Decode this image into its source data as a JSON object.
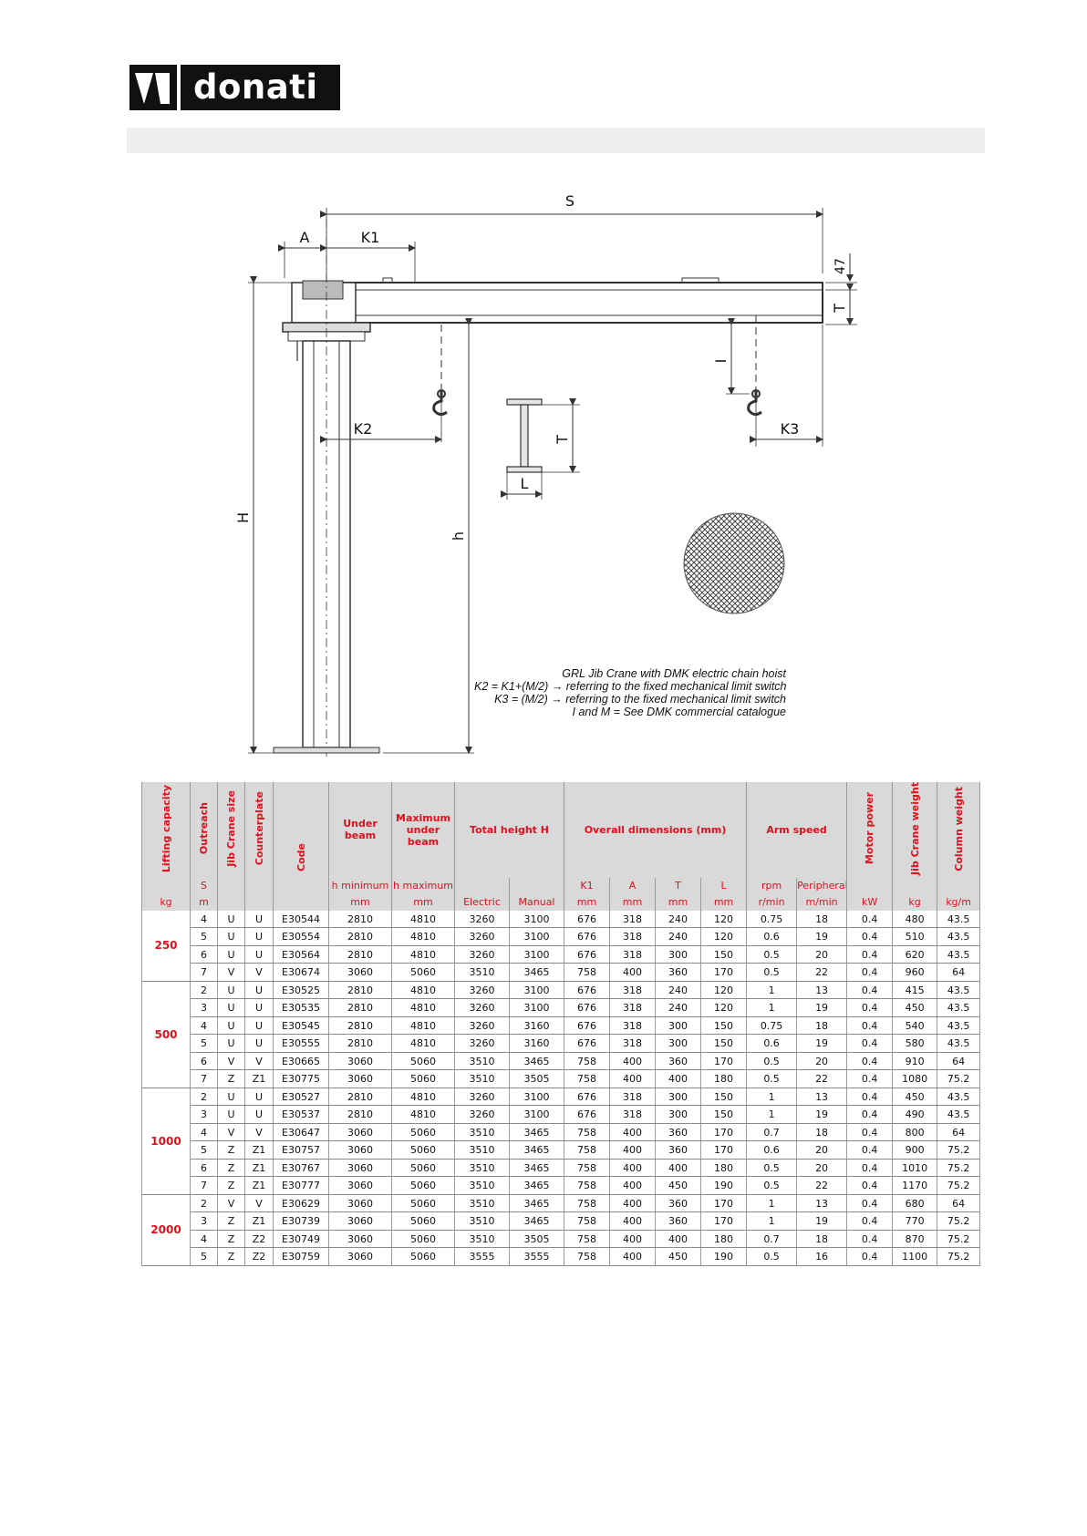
{
  "brand": {
    "name": "donati"
  },
  "caption": [
    "GRL Jib Crane with DMK electric chain hoist",
    "K2 = K1+(M/2) → referring to the fixed mechanical limit switch",
    "K3 = (M/2) → referring to the fixed mechanical limit switch",
    "I and M = See DMK commercial catalogue"
  ],
  "drawing_labels": {
    "S": "S",
    "A": "A",
    "K1": "K1",
    "K2": "K2",
    "K3": "K3",
    "H": "H",
    "h": "h",
    "T": "T",
    "L": "L",
    "I": "I",
    "d47": "47"
  },
  "table": {
    "headers": {
      "capacity": "Lifting capacity",
      "outreach": "Outreach",
      "jib_size": "Jib Crane size",
      "counterplate": "Counterplate",
      "code": "Code",
      "under_beam": "Under beam",
      "max_under_beam": "Maximum under beam",
      "total_height": "Total height H",
      "overall": "Overall dimensions (mm)",
      "arm_speed": "Arm speed",
      "motor_power": "Motor power",
      "crane_weight": "Jib Crane weight",
      "column_weight": "Column weight"
    },
    "subheaders": {
      "outreach": "S",
      "under_beam": "h minimum",
      "max_under_beam": "h maximum",
      "k1": "K1",
      "a": "A",
      "t": "T",
      "l": "L",
      "rpm": "rpm",
      "peripheral": "Peripheral"
    },
    "units": {
      "capacity": "kg",
      "outreach": "m",
      "under_beam": "mm",
      "max_under_beam": "mm",
      "electric": "Electric",
      "manual": "Manual",
      "k1": "mm",
      "a": "mm",
      "t": "mm",
      "l": "mm",
      "rpm": "r/min",
      "peripheral": "m/min",
      "motor": "kW",
      "weight": "kg",
      "column": "kg/m"
    },
    "groups": [
      {
        "capacity": "250",
        "rows": [
          [
            "4",
            "U",
            "U",
            "E30544",
            "2810",
            "4810",
            "3260",
            "3100",
            "676",
            "318",
            "240",
            "120",
            "0.75",
            "18",
            "0.4",
            "480",
            "43.5"
          ],
          [
            "5",
            "U",
            "U",
            "E30554",
            "2810",
            "4810",
            "3260",
            "3100",
            "676",
            "318",
            "240",
            "120",
            "0.6",
            "19",
            "0.4",
            "510",
            "43.5"
          ],
          [
            "6",
            "U",
            "U",
            "E30564",
            "2810",
            "4810",
            "3260",
            "3100",
            "676",
            "318",
            "300",
            "150",
            "0.5",
            "20",
            "0.4",
            "620",
            "43.5"
          ],
          [
            "7",
            "V",
            "V",
            "E30674",
            "3060",
            "5060",
            "3510",
            "3465",
            "758",
            "400",
            "360",
            "170",
            "0.5",
            "22",
            "0.4",
            "960",
            "64"
          ]
        ]
      },
      {
        "capacity": "500",
        "rows": [
          [
            "2",
            "U",
            "U",
            "E30525",
            "2810",
            "4810",
            "3260",
            "3100",
            "676",
            "318",
            "240",
            "120",
            "1",
            "13",
            "0.4",
            "415",
            "43.5"
          ],
          [
            "3",
            "U",
            "U",
            "E30535",
            "2810",
            "4810",
            "3260",
            "3100",
            "676",
            "318",
            "240",
            "120",
            "1",
            "19",
            "0.4",
            "450",
            "43.5"
          ],
          [
            "4",
            "U",
            "U",
            "E30545",
            "2810",
            "4810",
            "3260",
            "3160",
            "676",
            "318",
            "300",
            "150",
            "0.75",
            "18",
            "0.4",
            "540",
            "43.5"
          ],
          [
            "5",
            "U",
            "U",
            "E30555",
            "2810",
            "4810",
            "3260",
            "3160",
            "676",
            "318",
            "300",
            "150",
            "0.6",
            "19",
            "0.4",
            "580",
            "43.5"
          ],
          [
            "6",
            "V",
            "V",
            "E30665",
            "3060",
            "5060",
            "3510",
            "3465",
            "758",
            "400",
            "360",
            "170",
            "0.5",
            "20",
            "0.4",
            "910",
            "64"
          ],
          [
            "7",
            "Z",
            "Z1",
            "E30775",
            "3060",
            "5060",
            "3510",
            "3505",
            "758",
            "400",
            "400",
            "180",
            "0.5",
            "22",
            "0.4",
            "1080",
            "75.2"
          ]
        ]
      },
      {
        "capacity": "1000",
        "rows": [
          [
            "2",
            "U",
            "U",
            "E30527",
            "2810",
            "4810",
            "3260",
            "3100",
            "676",
            "318",
            "300",
            "150",
            "1",
            "13",
            "0.4",
            "450",
            "43.5"
          ],
          [
            "3",
            "U",
            "U",
            "E30537",
            "2810",
            "4810",
            "3260",
            "3100",
            "676",
            "318",
            "300",
            "150",
            "1",
            "19",
            "0.4",
            "490",
            "43.5"
          ],
          [
            "4",
            "V",
            "V",
            "E30647",
            "3060",
            "5060",
            "3510",
            "3465",
            "758",
            "400",
            "360",
            "170",
            "0.7",
            "18",
            "0.4",
            "800",
            "64"
          ],
          [
            "5",
            "Z",
            "Z1",
            "E30757",
            "3060",
            "5060",
            "3510",
            "3465",
            "758",
            "400",
            "360",
            "170",
            "0.6",
            "20",
            "0.4",
            "900",
            "75.2"
          ],
          [
            "6",
            "Z",
            "Z1",
            "E30767",
            "3060",
            "5060",
            "3510",
            "3465",
            "758",
            "400",
            "400",
            "180",
            "0.5",
            "20",
            "0.4",
            "1010",
            "75.2"
          ],
          [
            "7",
            "Z",
            "Z1",
            "E30777",
            "3060",
            "5060",
            "3510",
            "3465",
            "758",
            "400",
            "450",
            "190",
            "0.5",
            "22",
            "0.4",
            "1170",
            "75.2"
          ]
        ]
      },
      {
        "capacity": "2000",
        "rows": [
          [
            "2",
            "V",
            "V",
            "E30629",
            "3060",
            "5060",
            "3510",
            "3465",
            "758",
            "400",
            "360",
            "170",
            "1",
            "13",
            "0.4",
            "680",
            "64"
          ],
          [
            "3",
            "Z",
            "Z1",
            "E30739",
            "3060",
            "5060",
            "3510",
            "3465",
            "758",
            "400",
            "360",
            "170",
            "1",
            "19",
            "0.4",
            "770",
            "75.2"
          ],
          [
            "4",
            "Z",
            "Z2",
            "E30749",
            "3060",
            "5060",
            "3510",
            "3505",
            "758",
            "400",
            "400",
            "180",
            "0.7",
            "18",
            "0.4",
            "870",
            "75.2"
          ],
          [
            "5",
            "Z",
            "Z2",
            "E30759",
            "3060",
            "5060",
            "3555",
            "3555",
            "758",
            "400",
            "450",
            "190",
            "0.5",
            "16",
            "0.4",
            "1100",
            "75.2"
          ]
        ]
      }
    ]
  }
}
